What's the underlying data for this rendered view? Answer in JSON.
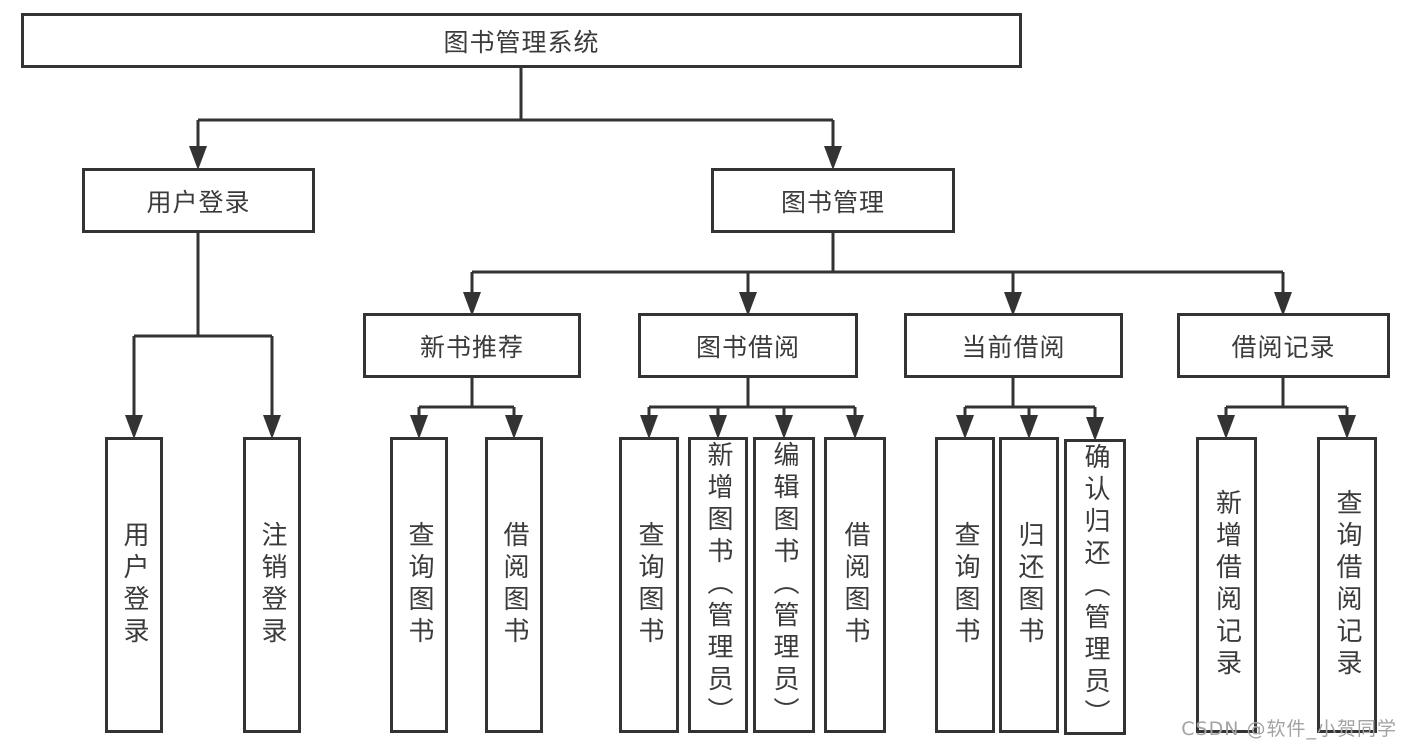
{
  "tree": {
    "root": {
      "label": "图书管理系统"
    },
    "user_login": {
      "label": "用户登录",
      "children": [
        {
          "label": "用户登录"
        },
        {
          "label": "注销登录"
        }
      ]
    },
    "book_management": {
      "label": "图书管理",
      "sections": [
        {
          "label": "新书推荐",
          "children": [
            {
              "label": "查询图书"
            },
            {
              "label": "借阅图书"
            }
          ]
        },
        {
          "label": "图书借阅",
          "children": [
            {
              "label": "查询图书"
            },
            {
              "label": "新增图书（管理员）"
            },
            {
              "label": "编辑图书（管理员）"
            },
            {
              "label": "借阅图书"
            }
          ]
        },
        {
          "label": "当前借阅",
          "children": [
            {
              "label": "查询图书"
            },
            {
              "label": "归还图书"
            },
            {
              "label": "确认归还（管理员）"
            }
          ]
        },
        {
          "label": "借阅记录",
          "children": [
            {
              "label": "新增借阅记录"
            },
            {
              "label": "查询借阅记录"
            }
          ]
        }
      ]
    }
  },
  "watermark": {
    "text": "CSDN @软件_小贺同学"
  },
  "colors": {
    "line": "#333333",
    "text": "#3b3b3b",
    "watermark": "#a3a3a3",
    "background": "#ffffff"
  }
}
